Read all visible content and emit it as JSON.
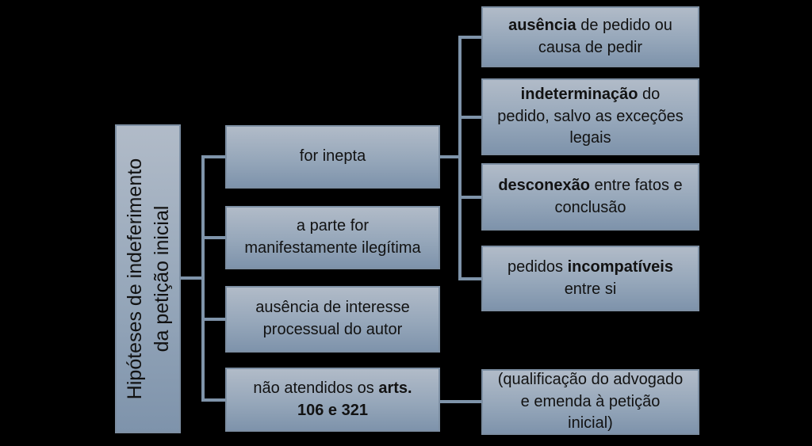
{
  "title": "Hipóteses de indeferimento da petição inicial",
  "colors": {
    "background": "#000000",
    "box_fill_top": "#b1bbc8",
    "box_fill_bottom": "#7e93ab",
    "box_border": "#7d8fa3",
    "connector": "#7f94aa",
    "text": "#121212"
  },
  "root": {
    "lines": [
      "Hipóteses de indeferimento",
      "da petição inicial"
    ]
  },
  "middle_boxes": [
    {
      "name": "for-inepta",
      "segments": [
        {
          "t": "for inepta"
        }
      ]
    },
    {
      "name": "parte-ilegitima",
      "segments": [
        {
          "t": "a parte for"
        },
        {
          "br": true
        },
        {
          "t": "manifestamente ilegítima"
        }
      ]
    },
    {
      "name": "ausencia-interesse",
      "segments": [
        {
          "t": "ausência de interesse"
        },
        {
          "br": true
        },
        {
          "t": "processual do autor"
        }
      ]
    },
    {
      "name": "arts-106-321",
      "segments": [
        {
          "t": "não atendidos os "
        },
        {
          "t": "arts.",
          "b": true
        },
        {
          "br": true
        },
        {
          "t": "106 e 321",
          "b": true
        }
      ]
    }
  ],
  "right_boxes": [
    {
      "name": "ausencia-pedido",
      "segments": [
        {
          "t": "ausência",
          "b": true
        },
        {
          "t": " de pedido ou"
        },
        {
          "br": true
        },
        {
          "t": "causa de pedir"
        }
      ]
    },
    {
      "name": "indeterminacao-pedido",
      "segments": [
        {
          "t": "indeterminação",
          "b": true
        },
        {
          "t": " do"
        },
        {
          "br": true
        },
        {
          "t": "pedido, salvo as exceções"
        },
        {
          "br": true
        },
        {
          "t": "legais"
        }
      ]
    },
    {
      "name": "desconexao-fatos",
      "segments": [
        {
          "t": "desconexão",
          "b": true
        },
        {
          "t": " entre fatos e"
        },
        {
          "br": true
        },
        {
          "t": "conclusão"
        }
      ]
    },
    {
      "name": "pedidos-incompativeis",
      "segments": [
        {
          "t": "pedidos "
        },
        {
          "t": "incompatíveis",
          "b": true
        },
        {
          "br": true
        },
        {
          "t": "entre si"
        }
      ]
    },
    {
      "name": "qualificacao-emenda",
      "segments": [
        {
          "t": "(qualificação do advogado"
        },
        {
          "br": true
        },
        {
          "t": "e emenda à petição"
        },
        {
          "br": true
        },
        {
          "t": "inicial)"
        }
      ]
    }
  ]
}
